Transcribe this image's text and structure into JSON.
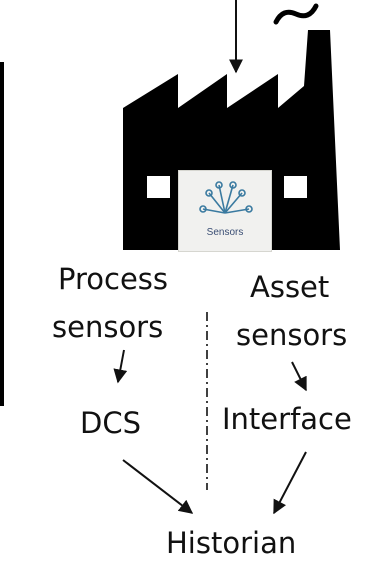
{
  "sensor_badge": {
    "label": "Sensors",
    "icon": "sensor-network-icon"
  },
  "labels": {
    "process_line1": "Process",
    "process_line2": "sensors",
    "asset_line1": "Asset",
    "asset_line2": "sensors",
    "dcs": "DCS",
    "interface": "Interface",
    "historian": "Historian"
  },
  "colors": {
    "factory": "#000000",
    "text": "#111111",
    "badge_background": "#f1f1ef",
    "badge_icon": "#3a7aa0"
  }
}
